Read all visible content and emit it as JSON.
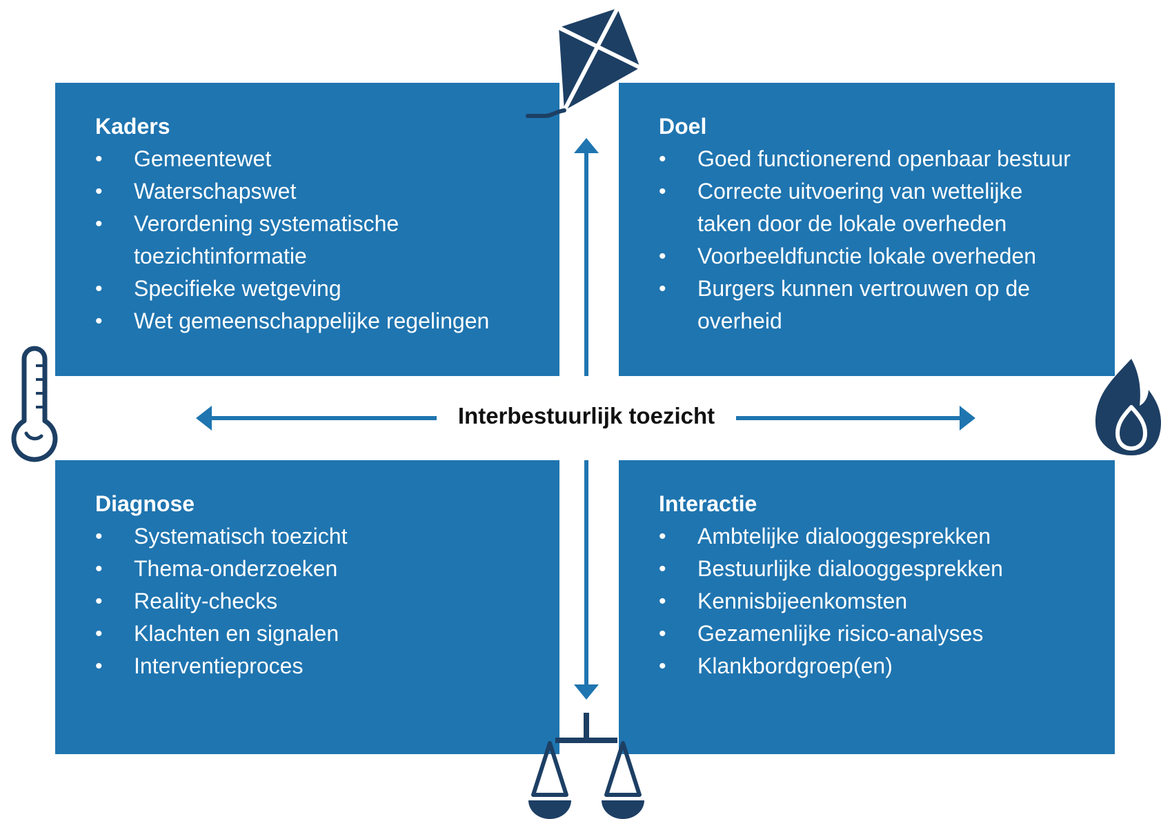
{
  "center_label": "Interbestuurlijk toezicht",
  "colors": {
    "panel": "#1f75b0",
    "icon": "#1d3f64",
    "arrow": "#1f75b0",
    "text": "#ffffff"
  },
  "icons": [
    "kite-icon",
    "thermometer-icon",
    "fire-icon",
    "scales-icon"
  ],
  "quadrants": {
    "kaders": {
      "title": "Kaders",
      "items": [
        "Gemeentewet",
        "Waterschapswet",
        "Verordening systematische toezichtinformatie",
        "Specifieke wetgeving",
        "Wet gemeenschappelijke regelingen"
      ]
    },
    "doel": {
      "title": "Doel",
      "items": [
        "Goed functionerend openbaar bestuur",
        "Correcte uitvoering van wettelijke taken door de lokale overheden",
        "Voorbeeldfunctie lokale overheden",
        "Burgers kunnen vertrouwen op de overheid"
      ]
    },
    "diagnose": {
      "title": "Diagnose",
      "items": [
        "Systematisch toezicht",
        "Thema-onderzoeken",
        "Reality-checks",
        "Klachten en signalen",
        "Interventieproces"
      ]
    },
    "interactie": {
      "title": "Interactie",
      "items": [
        "Ambtelijke dialooggesprekken",
        "Bestuurlijke dialooggesprekken",
        "Kennisbijeenkomsten",
        "Gezamenlijke risico-analyses",
        "Klankbordgroep(en)"
      ]
    }
  }
}
